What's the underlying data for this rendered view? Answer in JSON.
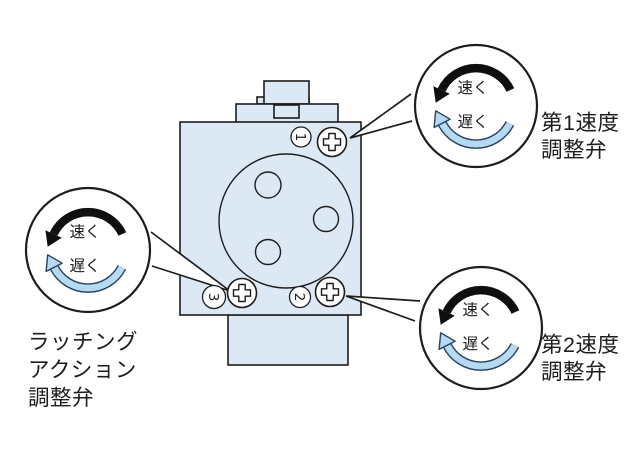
{
  "figure_type": "valve-adjustment-diagram",
  "colors": {
    "bg": "#ffffff",
    "line": "#1d1d1d",
    "body_fill": "#dce9f4",
    "fast_arrow": "#0f0f0f",
    "slow_arrow_fill": "#b6daf2",
    "slow_arrow_outline": "#27425f"
  },
  "valve_body": {
    "screw_numbers": [
      "1",
      "2",
      "3"
    ]
  },
  "callouts": {
    "first_speed": {
      "fast": "速く",
      "slow": "遅く",
      "name_line1": "第1速度",
      "name_line2": "調整弁"
    },
    "second_speed": {
      "fast": "速く",
      "slow": "遅く",
      "name_line1": "第2速度",
      "name_line2": "調整弁"
    },
    "latching": {
      "fast": "速く",
      "slow": "遅く",
      "name_line1": "ラッチング",
      "name_line2": "アクション",
      "name_line3": "調整弁"
    }
  }
}
